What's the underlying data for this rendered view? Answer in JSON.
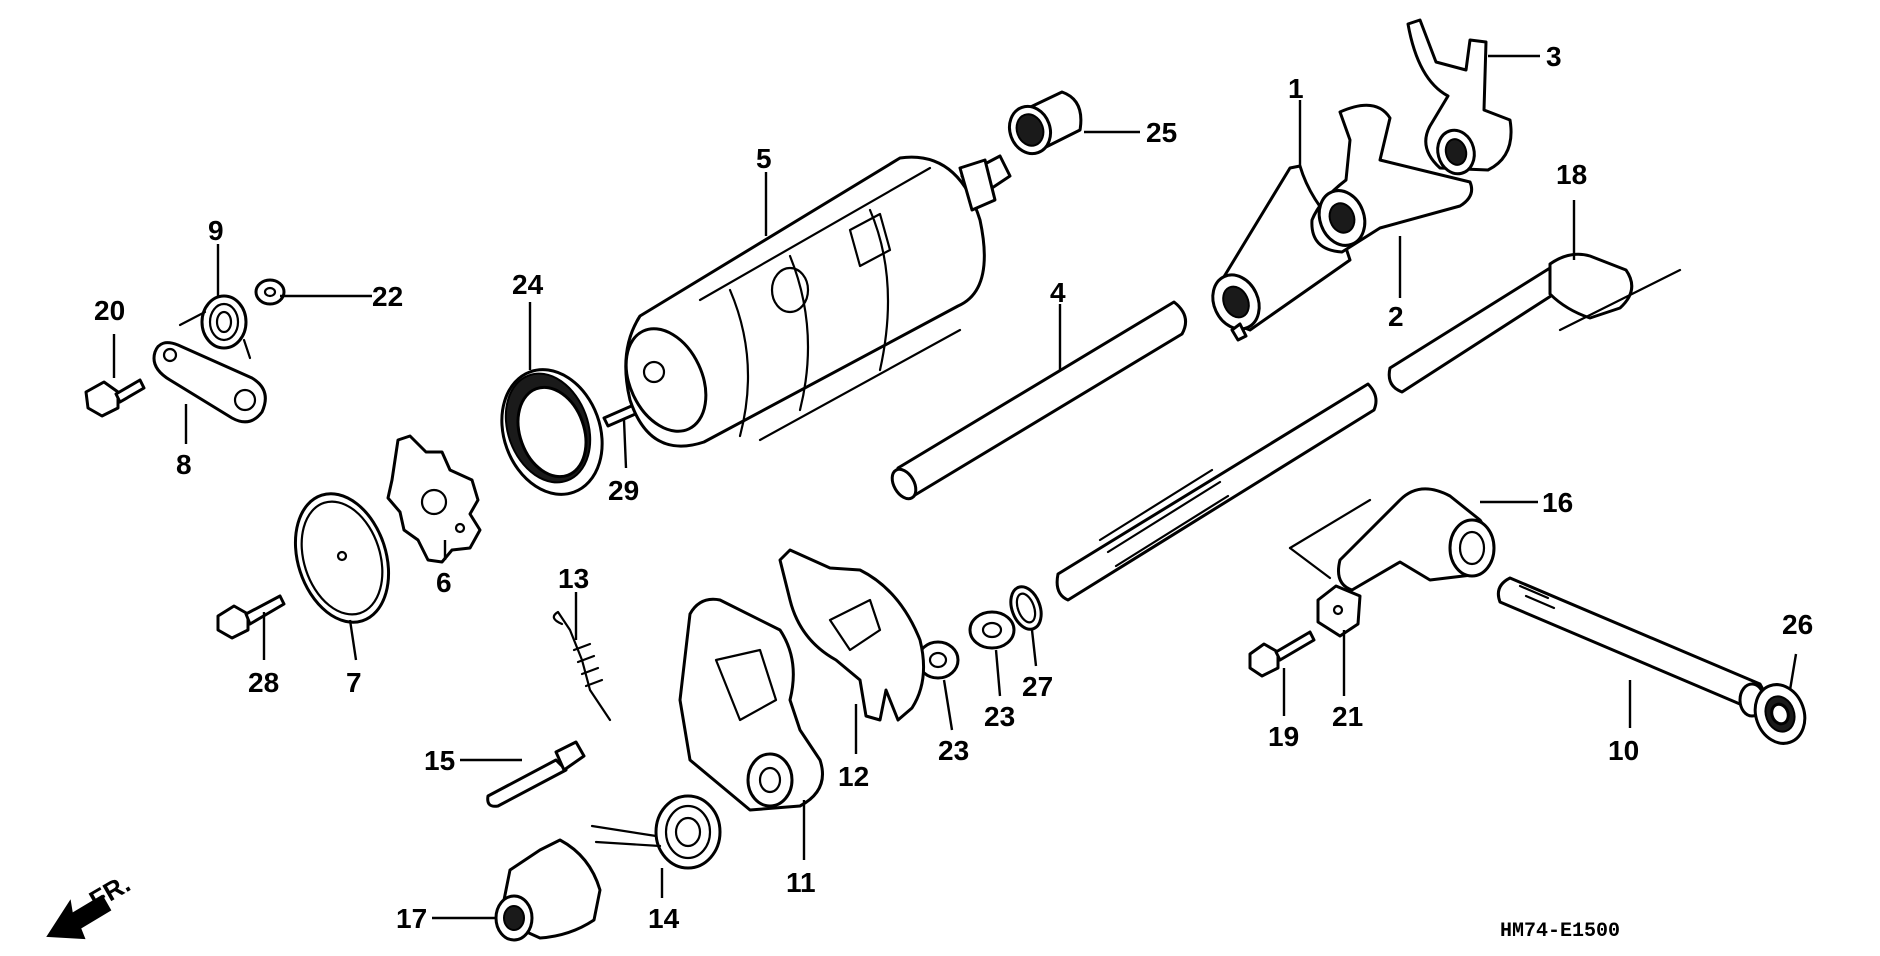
{
  "diagram": {
    "figure_code": "HM74-E1500",
    "direction_label": "FR.",
    "callouts": [
      "1",
      "2",
      "3",
      "4",
      "5",
      "6",
      "7",
      "8",
      "9",
      "10",
      "11",
      "12",
      "13",
      "14",
      "15",
      "16",
      "17",
      "18",
      "19",
      "20",
      "21",
      "22",
      "23",
      "23",
      "24",
      "25",
      "26",
      "27",
      "28",
      "29"
    ]
  }
}
